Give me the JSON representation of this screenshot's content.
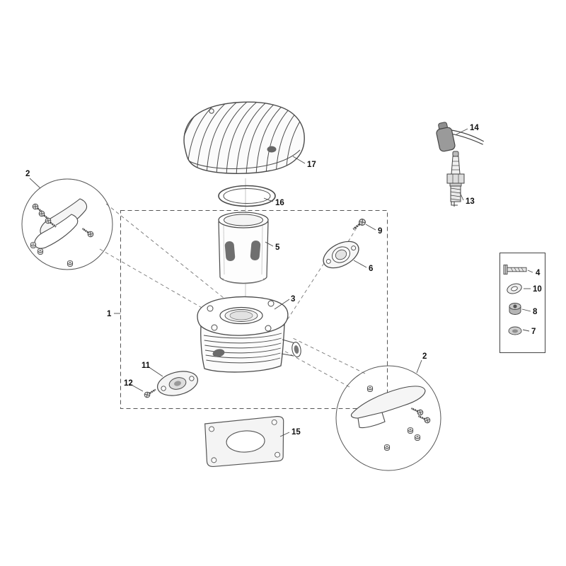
{
  "background": "#ffffff",
  "line_color": "#4a4a4a",
  "callouts": {
    "c1": "1",
    "c2_left": "2",
    "c2_right": "2",
    "c3": "3",
    "c4": "4",
    "c5": "5",
    "c6": "6",
    "c7": "7",
    "c8": "8",
    "c9": "9",
    "c10": "10",
    "c11": "11",
    "c12": "12",
    "c13": "13",
    "c14": "14",
    "c15": "15",
    "c16": "16",
    "c17": "17"
  },
  "parts": [
    {
      "callout": "1",
      "name": "cylinder-assembly-boundary"
    },
    {
      "callout": "2",
      "name": "shroud-bracket-detail"
    },
    {
      "callout": "3",
      "name": "cylinder-block"
    },
    {
      "callout": "4",
      "name": "screw"
    },
    {
      "callout": "5",
      "name": "cylinder-sleeve"
    },
    {
      "callout": "6",
      "name": "exhaust-flange"
    },
    {
      "callout": "7",
      "name": "cap-plug"
    },
    {
      "callout": "8",
      "name": "bushing"
    },
    {
      "callout": "9",
      "name": "flange-screw"
    },
    {
      "callout": "10",
      "name": "washer"
    },
    {
      "callout": "11",
      "name": "cover-plate"
    },
    {
      "callout": "12",
      "name": "cover-screw"
    },
    {
      "callout": "13",
      "name": "spark-plug"
    },
    {
      "callout": "14",
      "name": "spark-plug-cap"
    },
    {
      "callout": "15",
      "name": "base-gasket"
    },
    {
      "callout": "16",
      "name": "head-ring-gasket"
    },
    {
      "callout": "17",
      "name": "cylinder-head"
    }
  ]
}
